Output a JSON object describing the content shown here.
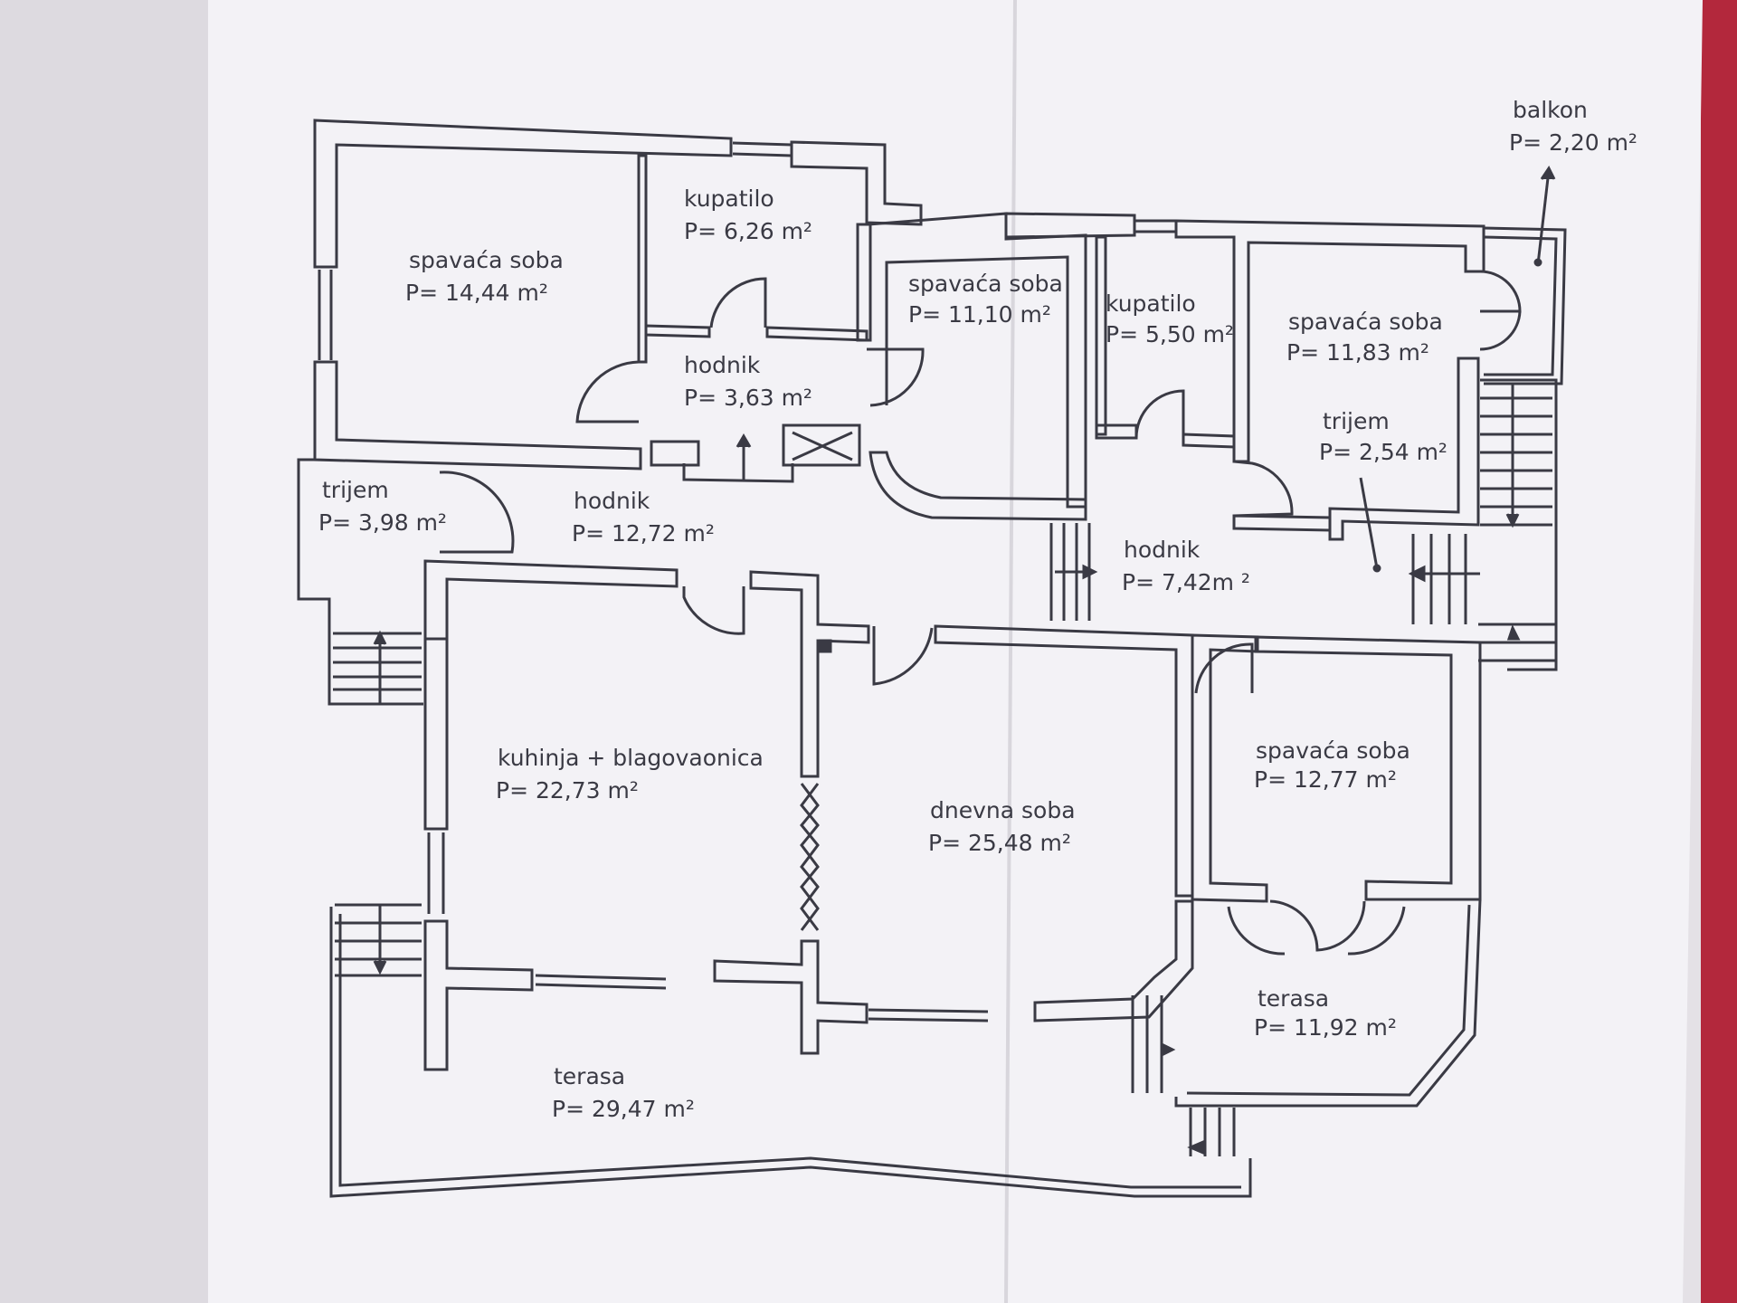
{
  "plan": {
    "rooms": [
      {
        "id": "spavaca-soba-1",
        "name": "spavaća soba",
        "area": "P= 14,44 m²"
      },
      {
        "id": "kupatilo-1",
        "name": "kupatilo",
        "area": "P= 6,26 m²"
      },
      {
        "id": "hodnik-1",
        "name": "hodnik",
        "area": "P= 3,63 m²"
      },
      {
        "id": "spavaca-soba-2",
        "name": "spavaća soba",
        "area": "P= 11,10 m²"
      },
      {
        "id": "kupatilo-2",
        "name": "kupatilo",
        "area": "P= 5,50 m²"
      },
      {
        "id": "spavaca-soba-3",
        "name": "spavaća soba",
        "area": "P= 11,83 m²"
      },
      {
        "id": "balkon",
        "name": "balkon",
        "area": "P= 2,20 m²"
      },
      {
        "id": "trijem-1",
        "name": "trijem",
        "area": "P= 2,54 m²"
      },
      {
        "id": "trijem-2",
        "name": "trijem",
        "area": "P= 3,98 m²"
      },
      {
        "id": "hodnik-2",
        "name": "hodnik",
        "area": "P= 12,72 m²"
      },
      {
        "id": "hodnik-3",
        "name": "hodnik",
        "area": "P= 7,42m ²"
      },
      {
        "id": "kuhinja",
        "name": "kuhinja + blagovaonica",
        "area": "P= 22,73 m²"
      },
      {
        "id": "dnevna-soba",
        "name": "dnevna soba",
        "area": "P= 25,48 m²"
      },
      {
        "id": "spavaca-soba-4",
        "name": "spavaća soba",
        "area": "P= 12,77 m²"
      },
      {
        "id": "terasa-1",
        "name": "terasa",
        "area": "P= 29,47 m²"
      },
      {
        "id": "terasa-2",
        "name": "terasa",
        "area": "P= 11,92 m²"
      }
    ]
  },
  "colors": {
    "paper": "#f3f2f6",
    "ink": "#3a3a44",
    "background": "#e9e6ea",
    "edge_red": "#b3283c"
  }
}
